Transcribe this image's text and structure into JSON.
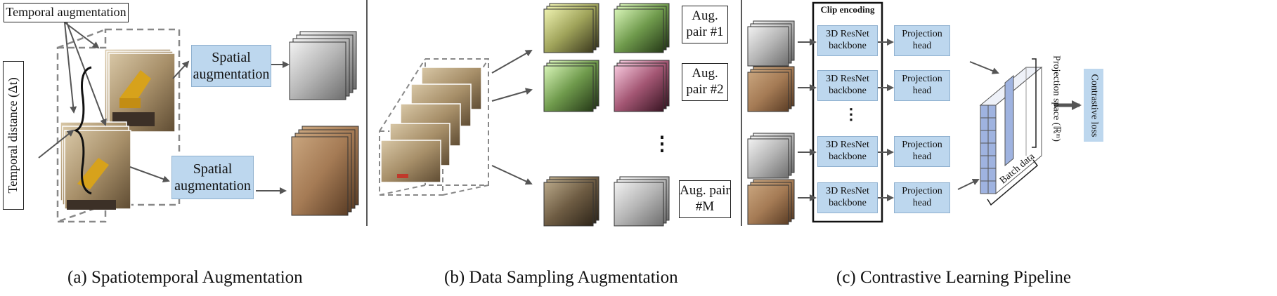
{
  "panel_a": {
    "caption": "(a)  Spatiotemporal Augmentation",
    "temporal_aug_label": "Temporal augmentation",
    "temporal_distance_label": "Temporal distance (Δt)",
    "spatial_aug_1": "Spatial augmentation",
    "spatial_aug_2": "Spatial augmentation"
  },
  "panel_b": {
    "caption": "(b)  Data Sampling Augmentation",
    "pairs": [
      "Aug. pair #1",
      "Aug. pair #2",
      "Aug. pair #M"
    ],
    "ellipsis": "⋮"
  },
  "panel_c": {
    "caption": "(c)  Contrastive Learning Pipeline",
    "clip_encoding_title": "Clip encoding",
    "backbone_label": "3D ResNet backbone",
    "projection_label": "Projection head",
    "ellipsis": "⋮",
    "batch_data_label": "Batch data",
    "projection_space_label": "Projection space (ℝᵐ)",
    "contrastive_loss_label": "Contrastive loss"
  },
  "colors": {
    "box_fill": "#bdd7ee",
    "box_border": "#8fb0cf",
    "arrow": "#555555",
    "cube_fill": "#9fb3e0"
  }
}
